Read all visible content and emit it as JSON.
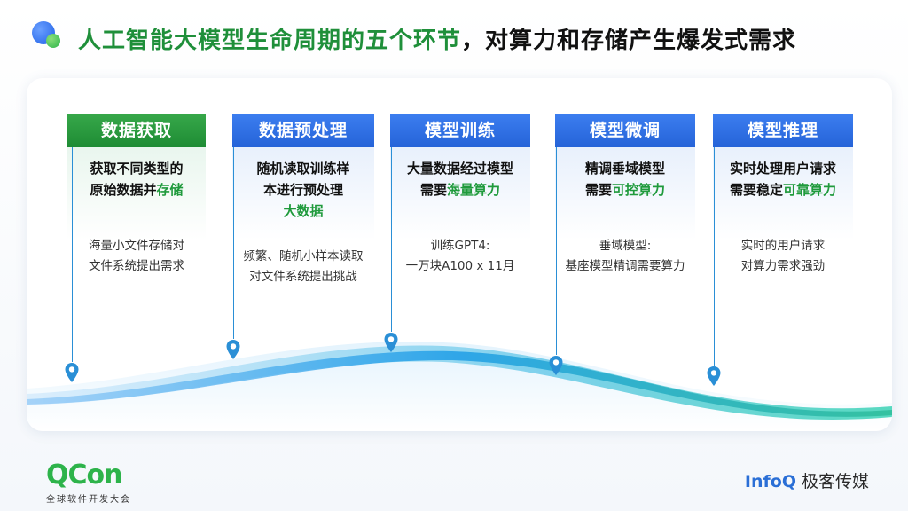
{
  "header": {
    "title_accent": "人工智能大模型生命周期的五个环节",
    "title_rest": "，对算力和存储产生爆发式需求"
  },
  "stages": [
    {
      "name": "数据获取",
      "head_lines": [
        [
          "获取不同类型的",
          ""
        ],
        [
          "原始数据并",
          "存储"
        ]
      ],
      "sub_lines": [
        "海量小文件存储对",
        "文件系统提出需求"
      ]
    },
    {
      "name": "数据预处理",
      "head_lines": [
        [
          "随机读取训练样",
          ""
        ],
        [
          "本进行预处理",
          ""
        ],
        [
          "",
          "大数据"
        ]
      ],
      "sub_lines": [
        "频繁、随机小样本读取",
        "对文件系统提出挑战"
      ]
    },
    {
      "name": "模型训练",
      "head_lines": [
        [
          "大量数据经过模型",
          ""
        ],
        [
          "需要",
          "海量算力"
        ]
      ],
      "sub_lines": [
        "训练GPT4:",
        "一万块A100 x 11月"
      ]
    },
    {
      "name": "模型微调",
      "head_lines": [
        [
          "精调垂域模型",
          ""
        ],
        [
          "需要",
          "可控算力"
        ]
      ],
      "sub_lines": [
        "垂域模型:",
        "基座模型精调需要算力"
      ]
    },
    {
      "name": "模型推理",
      "head_lines": [
        [
          "实时处理用户请求",
          ""
        ],
        [
          "需要稳定",
          "可靠算力"
        ]
      ],
      "sub_lines": [
        "实时的用户请求",
        "对算力需求强劲"
      ]
    }
  ],
  "footer": {
    "qcon_word": "QCon",
    "qcon_sub": "全球软件开发大会",
    "infoq_word": "InfoQ",
    "infoq_media": "极客传媒"
  },
  "colors": {
    "accent_green": "#1f9a3c",
    "header_green": "#1e8c34",
    "header_blue": "#2563d8",
    "pin_blue": "#2a8fd6"
  }
}
